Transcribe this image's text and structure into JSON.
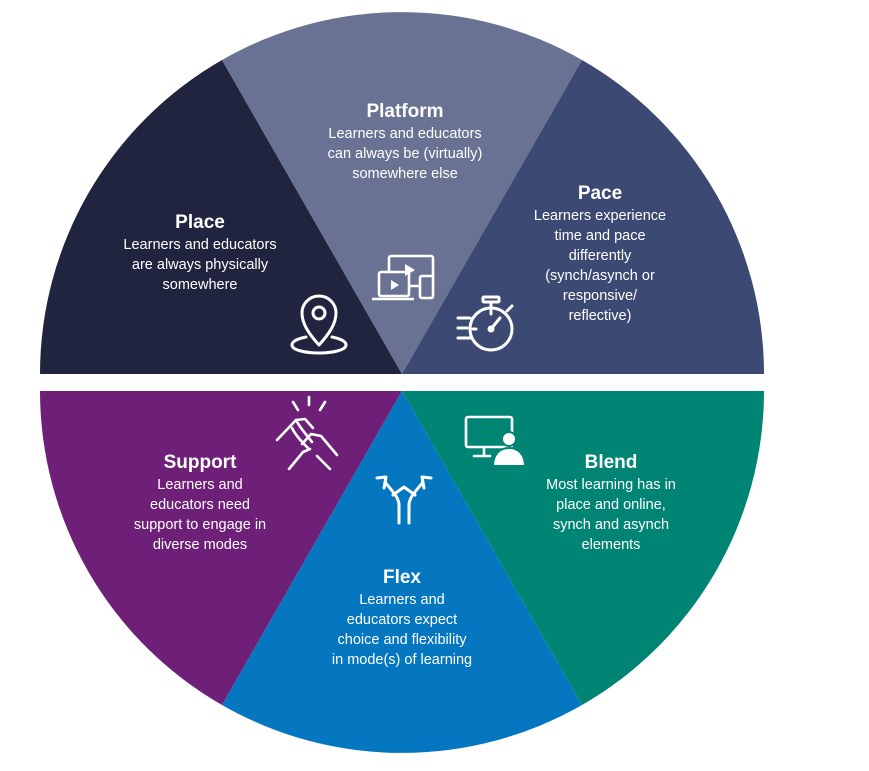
{
  "segments": {
    "place": {
      "title": "Place",
      "desc": "Learners and educators\nare always physically\nsomewhere",
      "color": "#20243f",
      "icon": "location-pin-icon"
    },
    "platform": {
      "title": "Platform",
      "desc": "Learners and educators\ncan always be (virtually)\nsomewhere else",
      "color": "#6a7294",
      "icon": "devices-icon"
    },
    "pace": {
      "title": "Pace",
      "desc": "Learners experience\ntime and pace\ndifferently\n(synch/asynch or\nresponsive/\nreflective)",
      "color": "#3c4972",
      "icon": "stopwatch-icon"
    },
    "support": {
      "title": "Support",
      "desc": "Learners and\neducators need\nsupport to engage in\ndiverse modes",
      "color": "#6e1f77",
      "icon": "clasped-hands-icon"
    },
    "flex": {
      "title": "Flex",
      "desc": "Learners and\neducators expect\nchoice and flexibility\nin mode(s) of learning",
      "color": "#0477c0",
      "icon": "split-arrows-icon"
    },
    "blend": {
      "title": "Blend",
      "desc": "Most learning has in\nplace and online,\nsynch and asynch\nelements",
      "color": "#008575",
      "icon": "computer-user-icon"
    }
  }
}
